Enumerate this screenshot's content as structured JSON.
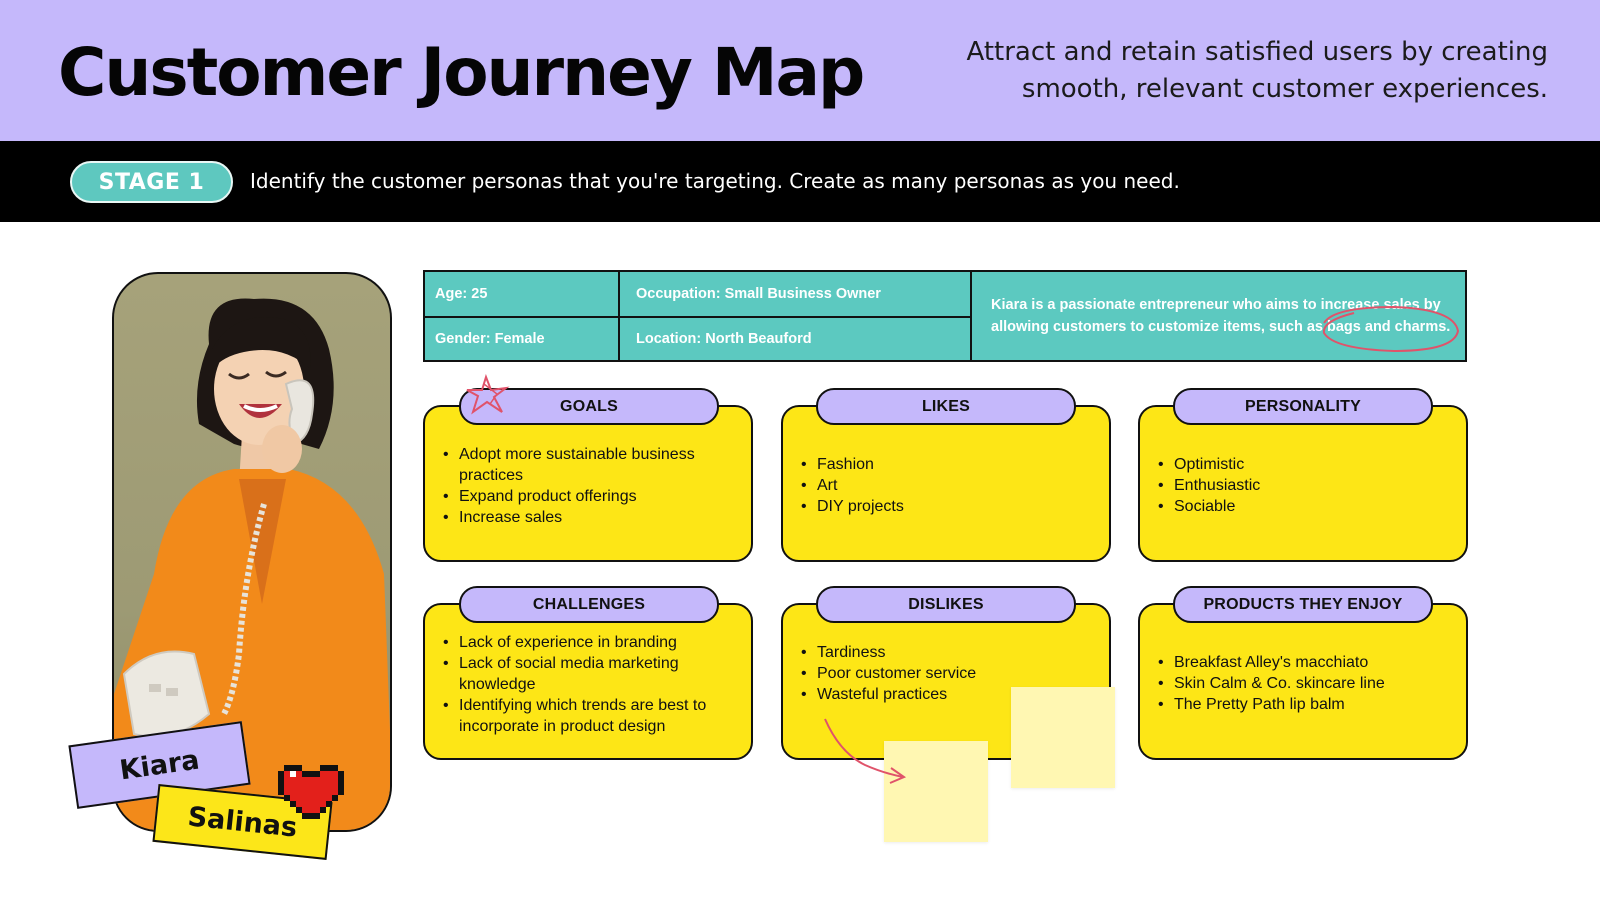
{
  "header": {
    "title": "Customer Journey Map",
    "subtitle_line1": "Attract and retain satisfied users by creating",
    "subtitle_line2": "smooth, relevant customer experiences."
  },
  "stage": {
    "label": "STAGE 1",
    "text": "Identify the customer personas that you're targeting. Create as many personas as you need."
  },
  "persona": {
    "first_name": "Kiara",
    "last_name": "Salinas",
    "age": "Age: 25",
    "gender": "Gender: Female",
    "occupation": "Occupation: Small Business Owner",
    "location": "Location: North Beauford",
    "description": "Kiara is a passionate entrepreneur who aims to increase sales by allowing customers to customize items, such as bags and charms."
  },
  "cards": {
    "goals": {
      "title": "GOALS",
      "items": [
        "Adopt more sustainable business practices",
        "Expand product offerings",
        "Increase sales"
      ]
    },
    "likes": {
      "title": "LIKES",
      "items": [
        "Fashion",
        "Art",
        "DIY projects"
      ]
    },
    "personality": {
      "title": "PERSONALITY",
      "items": [
        "Optimistic",
        "Enthusiastic",
        "Sociable"
      ]
    },
    "challenges": {
      "title": "CHALLENGES",
      "items": [
        "Lack of experience in branding",
        "Lack of social media marketing knowledge",
        "Identifying which trends are best to incorporate in product design"
      ]
    },
    "dislikes": {
      "title": "DISLIKES",
      "items": [
        "Tardiness",
        "Poor customer service",
        "Wasteful practices"
      ]
    },
    "products": {
      "title": "PRODUCTS THEY ENJOY",
      "items": [
        "Breakfast Alley's macchiato",
        "Skin Calm & Co. skincare line",
        "The Pretty Path lip balm"
      ]
    }
  },
  "colors": {
    "header_bg": "#c5b8fb",
    "stage_bar_bg": "#000000",
    "accent_teal": "#5cc9c0",
    "card_yellow": "#fde616",
    "sticky_note": "#fff7b2",
    "annotation_pink": "#e0536a"
  },
  "icons": [
    "star-doodle-icon",
    "heart-pixel-icon",
    "arrow-doodle-icon",
    "circle-scribble-icon"
  ]
}
